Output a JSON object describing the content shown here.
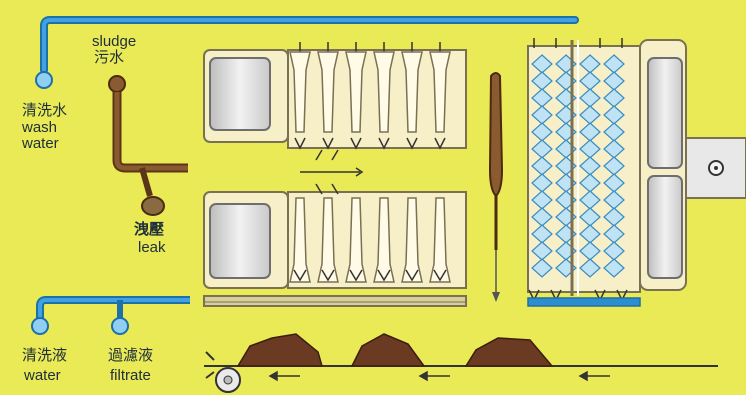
{
  "labels": {
    "sludge_en": "sludge",
    "sludge_zh": "污水",
    "wash_water_zh": "清洗水",
    "wash_water_en1": "wash",
    "wash_water_en2": "water",
    "leak_zh": "洩壓",
    "leak_en": "leak",
    "water_zh": "清洗液",
    "water_en": "water",
    "filtrate_zh": "過濾液",
    "filtrate_en": "filtrate"
  },
  "colors": {
    "background": "#e9ea55",
    "wash_pipe": "#2a8ecf",
    "sludge_pipe": "#7a4a25",
    "sludge_cake": "#6b3a22",
    "frame_cream": "#f6efc8",
    "frame_grey": "#d9d9d9",
    "membrane": "#bfe3f5"
  },
  "icons": [
    "wash-water-nozzle-icon",
    "sludge-valve-icon",
    "leak-valve-icon",
    "filtrate-nozzle-icon",
    "roller-icon",
    "conveyor-arrow-icon"
  ]
}
